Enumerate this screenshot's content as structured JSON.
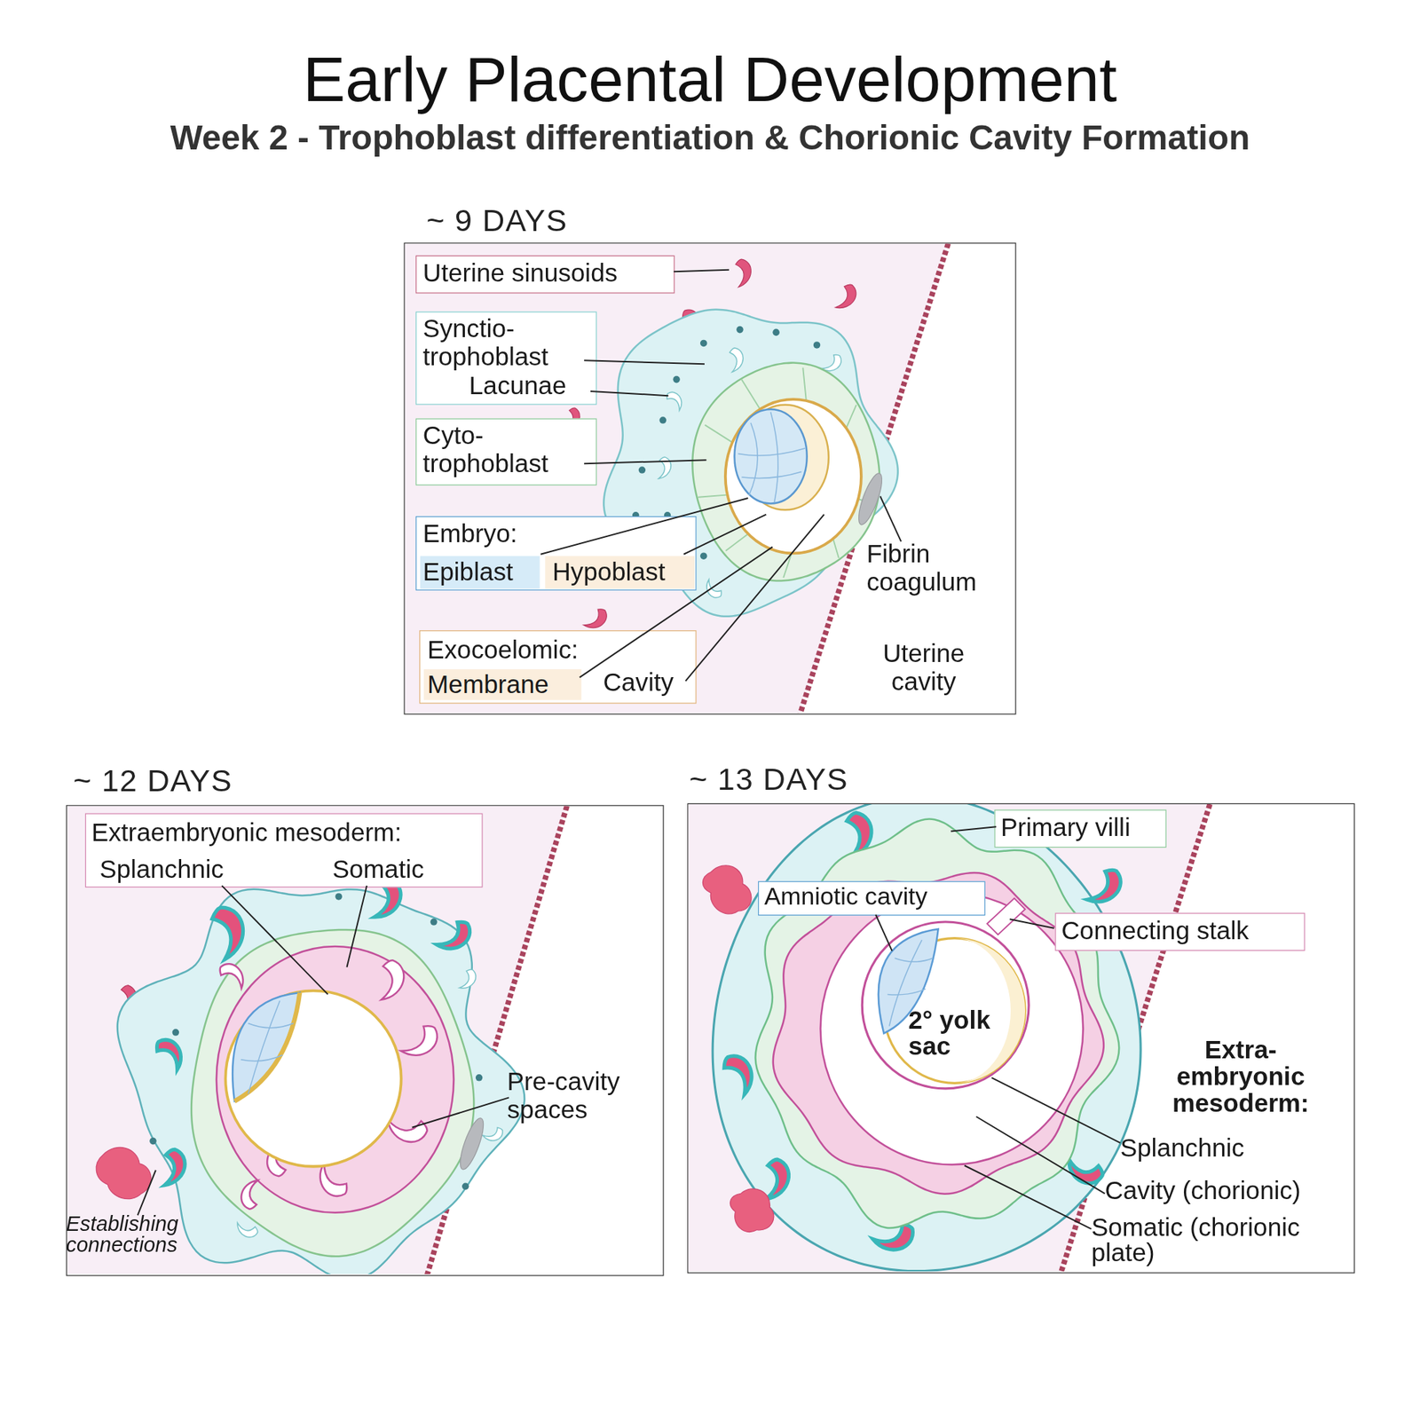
{
  "diagram": {
    "title": "Early Placental Development",
    "nodes": [
      {
        "text": [
          "~ 9 DAYS"
        ]
      },
      {
        "text": [
          "Uterine sinusoids"
        ],
        "in": 0
      },
      {
        "text": [
          "Synctio- trophoblast",
          "Lacunae"
        ],
        "in": 0
      },
      {
        "text": [
          "Cyto- trophoblast"
        ],
        "in": 0
      },
      {
        "text": [
          "Embryo:"
        ],
        "in": 0
      },
      {
        "text": [
          "Epiblast"
        ],
        "in": 4
      },
      {
        "text": [
          "Hypoblast"
        ],
        "in": 4
      },
      {
        "text": [
          "Exocoelomic:",
          "Cavity"
        ],
        "in": 0
      },
      {
        "text": [
          "Membrane"
        ],
        "in": 7
      },
      {
        "text": [
          "~ 12 DAYS"
        ]
      },
      {
        "text": [
          "Extraembryonic mesoderm:",
          "Splanchnic",
          "Somatic"
        ],
        "in": 9
      },
      {
        "text": [
          "~ 13 DAYS"
        ]
      },
      {
        "text": [
          "Primary villi"
        ],
        "in": 11
      },
      {
        "text": [
          "Amniotic cavity"
        ],
        "in": 11
      },
      {
        "text": [
          "Connecting stalk"
        ],
        "in": 11
      }
    ],
    "labels": [
      "Week 2 - Trophoblast differentiation & Chorionic Cavity Formation",
      "Fibrin coagulum",
      "Uterine cavity",
      "Pre-cavity spaces",
      "Establishing connections",
      "2° yolk sac",
      "Extra- embryonic mesoderm:",
      "Splanchnic",
      "Cavity (chorionic)",
      "Somatic (chorionic plate)"
    ]
  }
}
